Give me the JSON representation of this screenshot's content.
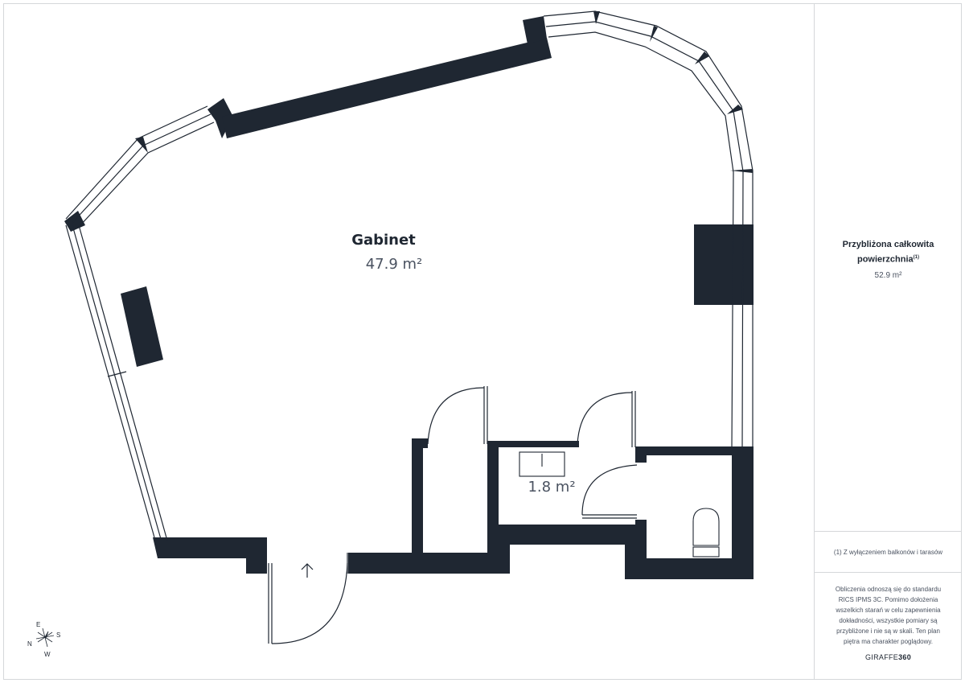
{
  "rooms": {
    "gabinet": {
      "name": "Gabinet",
      "area": "47.9 m²"
    },
    "small": {
      "area": "1.8 m²"
    }
  },
  "sidebar": {
    "total_label_line1": "Przybliżona całkowita",
    "total_label_line2": "powierzchnia",
    "total_label_sup": "(1)",
    "total_value": "52.9 m²",
    "footnote": "(1) Z wyłączeniem balkonów i tarasów",
    "disclaimer": "Obliczenia odnoszą się do standardu RICS IPMS 3C. Pomimo dołożenia wszelkich starań w celu zapewnienia dokładności, wszystkie pomiary są przybliżone i nie są w skali. Ten plan piętra ma charakter poglądowy.",
    "brand_prefix": "GIRAFFE",
    "brand_suffix": "360"
  },
  "compass": {
    "n": "N",
    "e": "E",
    "s": "S",
    "w": "W"
  },
  "colors": {
    "wall": "#1f2732",
    "text_muted": "#4a5260",
    "frame": "#d5d7da"
  }
}
